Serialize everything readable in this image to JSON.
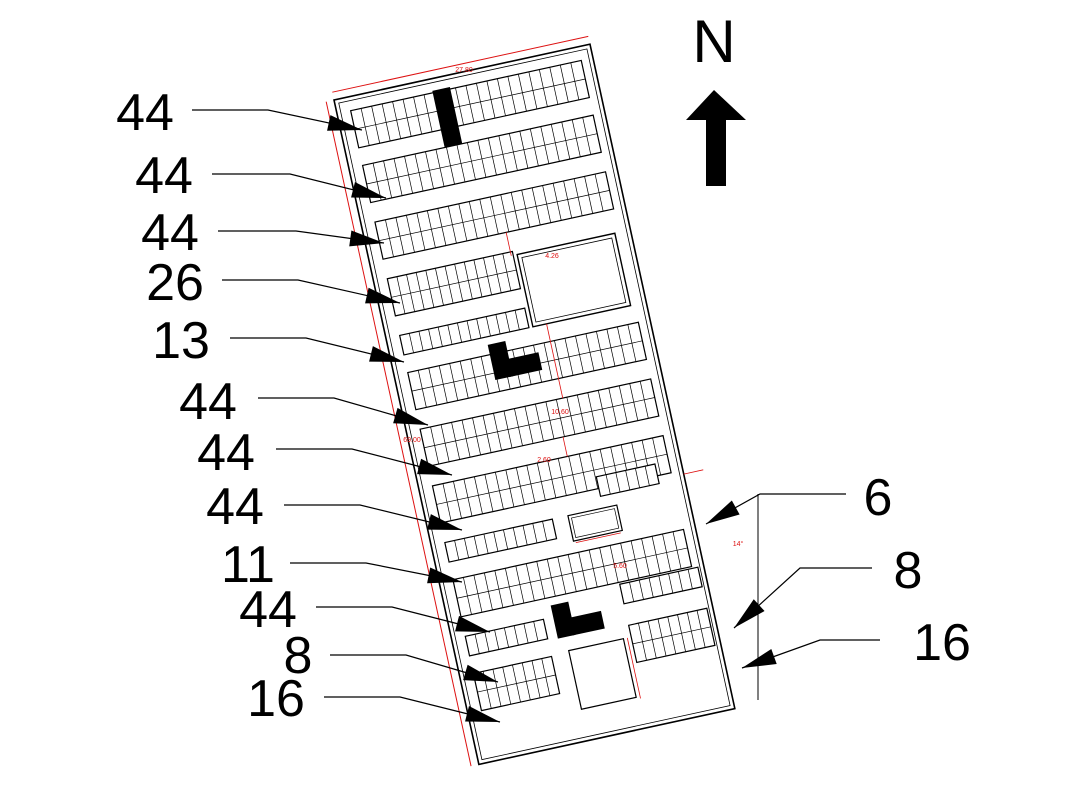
{
  "north_label": "N",
  "dimensions": {
    "top_width": "27.80",
    "left_length": "69.00",
    "gap_a": "4.26",
    "gap_b": "10.60",
    "gap_c": "2.60",
    "gap_d": "5.60",
    "gap_e": "14°"
  },
  "left_counts": [
    "44",
    "44",
    "44",
    "26",
    "13",
    "44",
    "44",
    "44",
    "11",
    "44",
    "8",
    "16"
  ],
  "right_counts": [
    "6",
    "8",
    "16"
  ],
  "colors": {
    "line": "#000000",
    "dimension": "#dd1111"
  }
}
